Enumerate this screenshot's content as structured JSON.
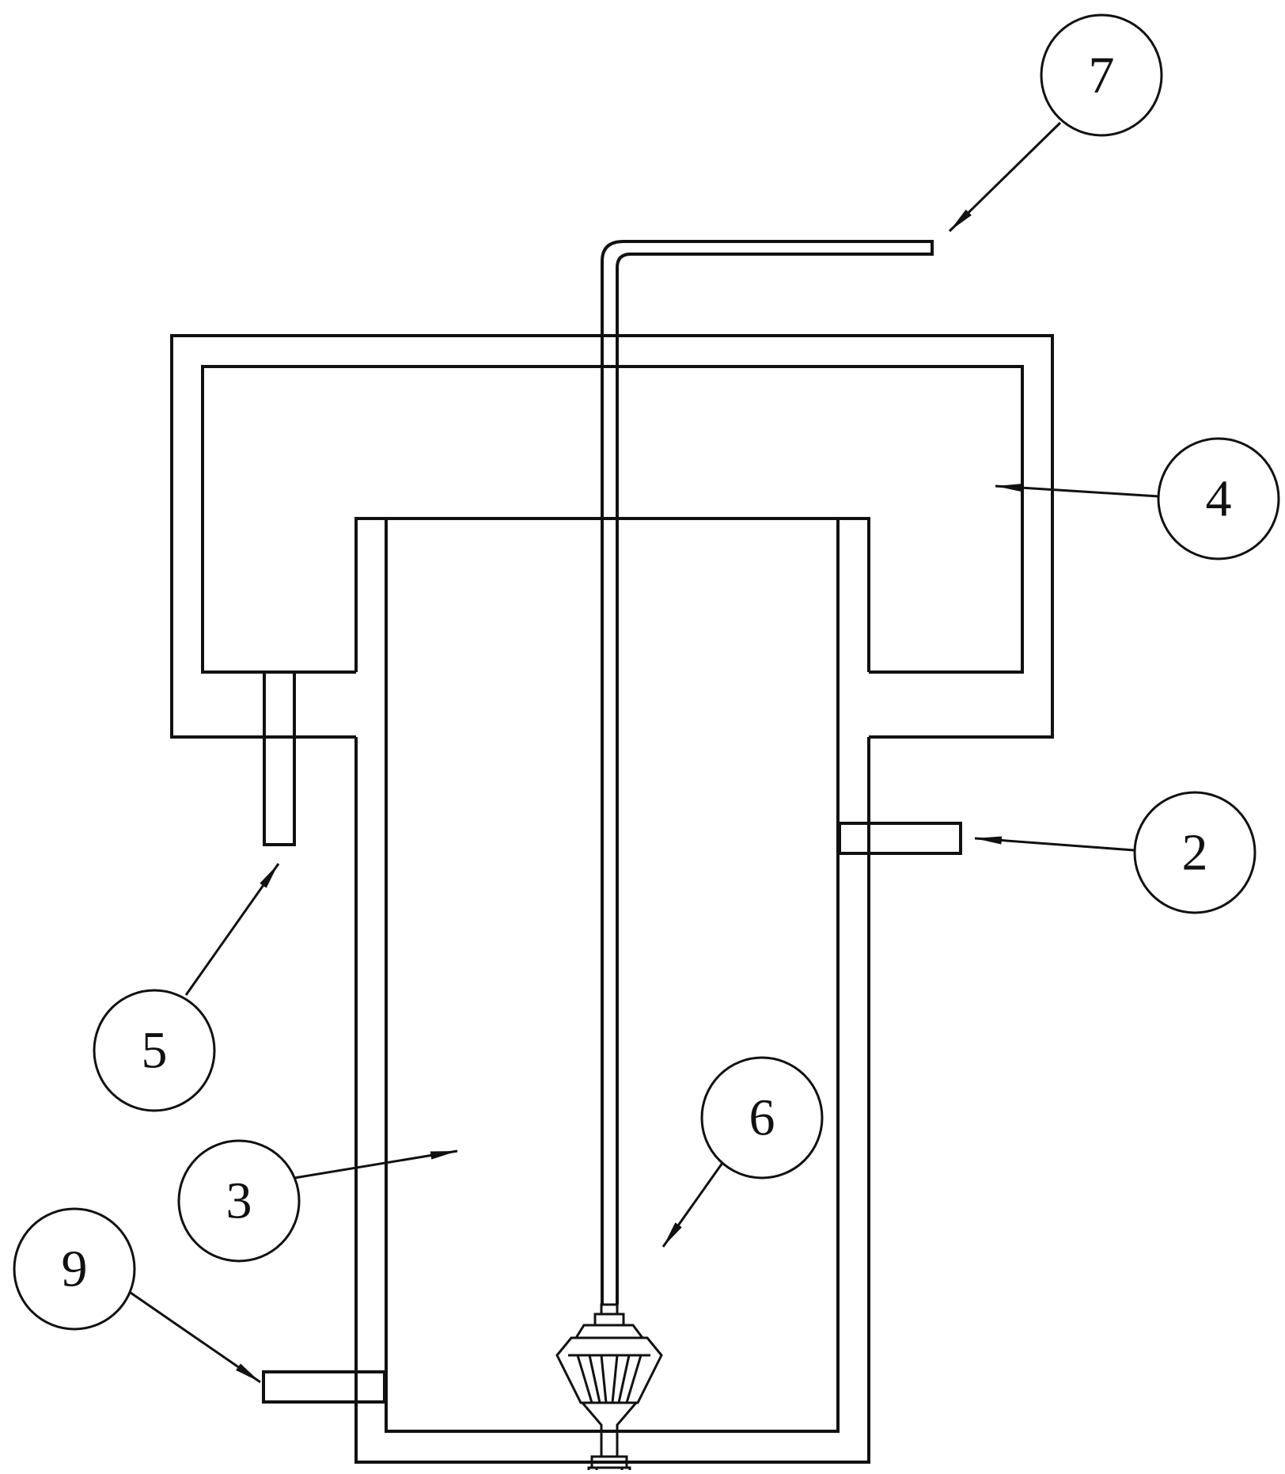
{
  "diagram": {
    "stroke_color": "#111111",
    "background_color": "#ffffff",
    "callouts": [
      {
        "id": "c7",
        "label": "7"
      },
      {
        "id": "c4",
        "label": "4"
      },
      {
        "id": "c2",
        "label": "2"
      },
      {
        "id": "c5",
        "label": "5"
      },
      {
        "id": "c6",
        "label": "6"
      },
      {
        "id": "c3",
        "label": "3"
      },
      {
        "id": "c9",
        "label": "9"
      }
    ]
  }
}
